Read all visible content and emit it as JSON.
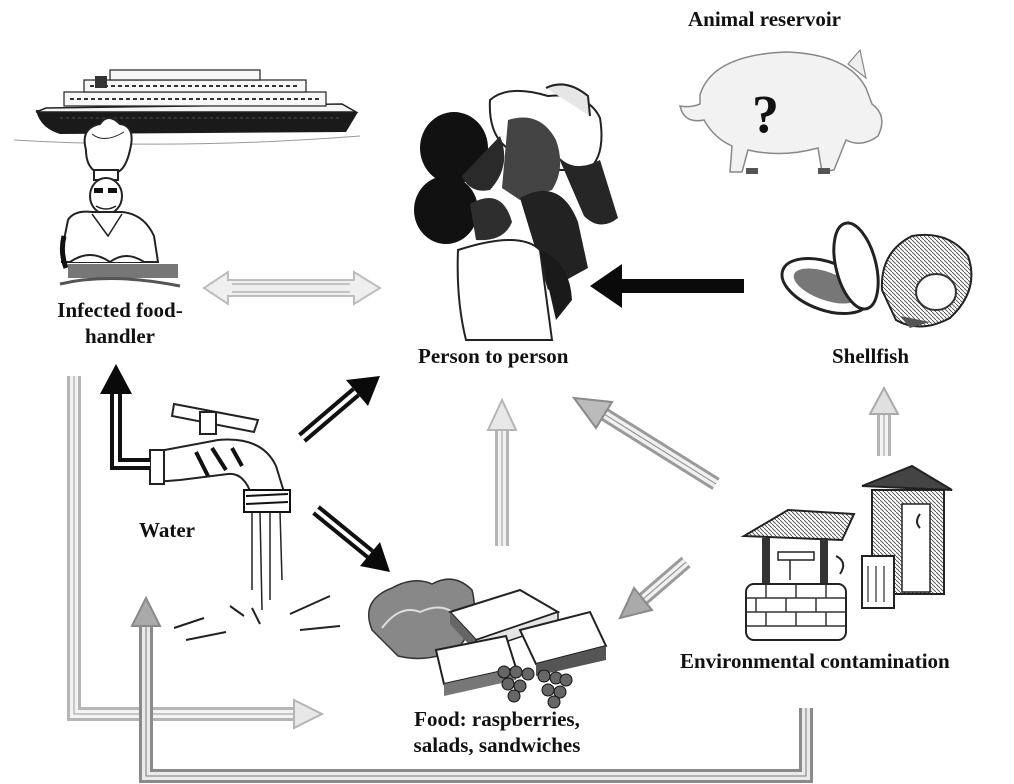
{
  "nodes": {
    "animal_reservoir": {
      "label": "Animal reservoir",
      "mark": "?"
    },
    "food_handler": {
      "line1": "Infected food-",
      "line2": "handler"
    },
    "person_to_person": {
      "label": "Person to person"
    },
    "shellfish": {
      "label": "Shellfish"
    },
    "water": {
      "label": "Water"
    },
    "environmental": {
      "label": "Environmental contamination"
    },
    "food": {
      "line1": "Food: raspberries,",
      "line2": "salads, sandwiches"
    }
  },
  "icons": [
    "cruise-ship-icon",
    "chef-icon",
    "pig-icon",
    "parents-child-icon",
    "shellfish-icon",
    "faucet-icon",
    "food-icon",
    "well-icon",
    "outhouse-icon"
  ],
  "colors": {
    "ink": "#111111",
    "strong_arrow": "#0a0a0a",
    "faint_arrow": "#bdbdbd",
    "faint_arrow_edge": "#8a8a8a"
  }
}
